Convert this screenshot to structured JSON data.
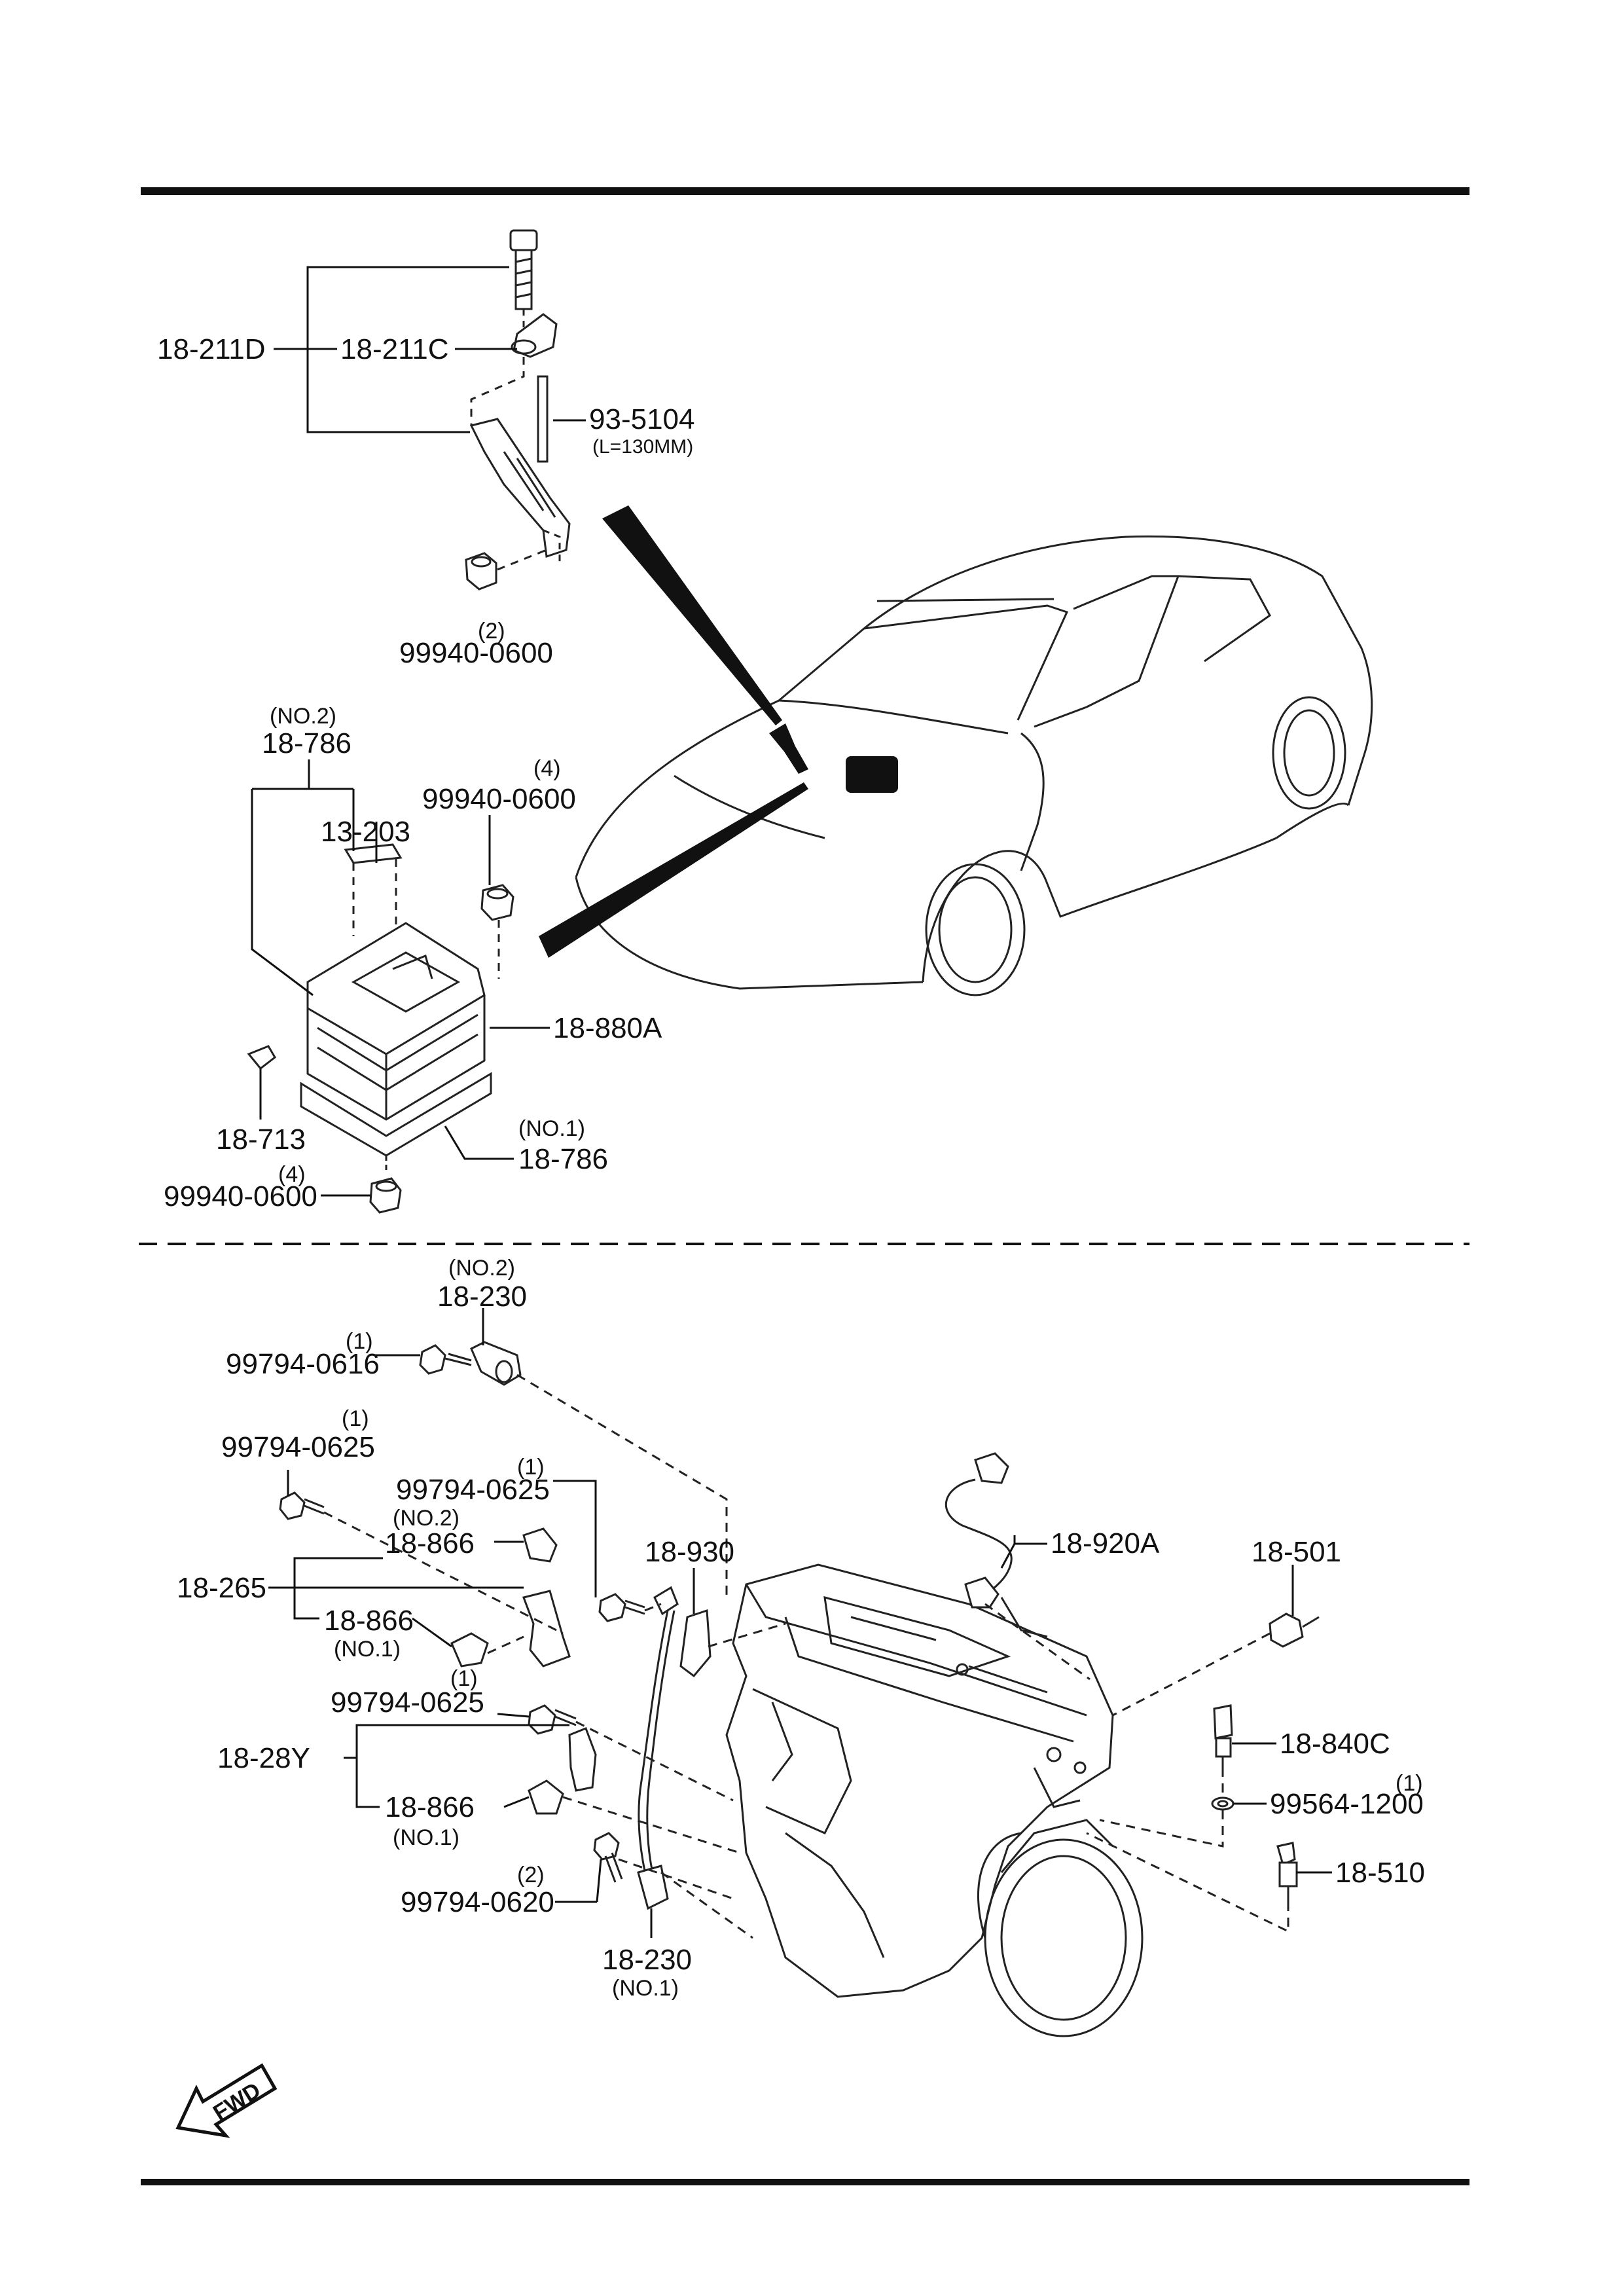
{
  "labels": {
    "p18_211D": "18-211D",
    "p18_211C": "18-211C",
    "p93_5104": "93-5104",
    "p93_5104_len": "(L=130MM)",
    "p99940_top_qty": "(2)",
    "p99940_top": "99940-0600",
    "p18_786_no2_note": "(NO.2)",
    "p18_786_no2": "18-786",
    "p99940_mid_qty": "(4)",
    "p99940_mid": "99940-0600",
    "p13_203": "13-203",
    "p18_880A": "18-880A",
    "p18_713": "18-713",
    "p18_786_no1_note": "(NO.1)",
    "p18_786_no1": "18-786",
    "p99940_bot_qty": "(4)",
    "p99940_bot": "99940-0600",
    "p18_230_no2_note": "(NO.2)",
    "p18_230_no2": "18-230",
    "p99794_0616_qty": "(1)",
    "p99794_0616": "99794-0616",
    "p99794_0625a_qty": "(1)",
    "p99794_0625a": "99794-0625",
    "p99794_0625b_qty": "(1)",
    "p99794_0625b": "99794-0625",
    "p18_866_no2_note": "(NO.2)",
    "p18_866_no2": "18-866",
    "p18_265": "18-265",
    "p18_866_no1a": "18-866",
    "p18_866_no1a_note": "(NO.1)",
    "p18_930": "18-930",
    "p18_920A": "18-920A",
    "p18_501": "18-501",
    "p99794_0625c_qty": "(1)",
    "p99794_0625c": "99794-0625",
    "p18_28Y": "18-28Y",
    "p18_866_no1b": "18-866",
    "p18_866_no1b_note": "(NO.1)",
    "p18_840C": "18-840C",
    "p99564_qty": "(1)",
    "p99564": "99564-1200",
    "p18_510": "18-510",
    "p99794_0620_qty": "(2)",
    "p99794_0620": "99794-0620",
    "p18_230_no1": "18-230",
    "p18_230_no1_note": "(NO.1)",
    "fwd": "FWD"
  }
}
